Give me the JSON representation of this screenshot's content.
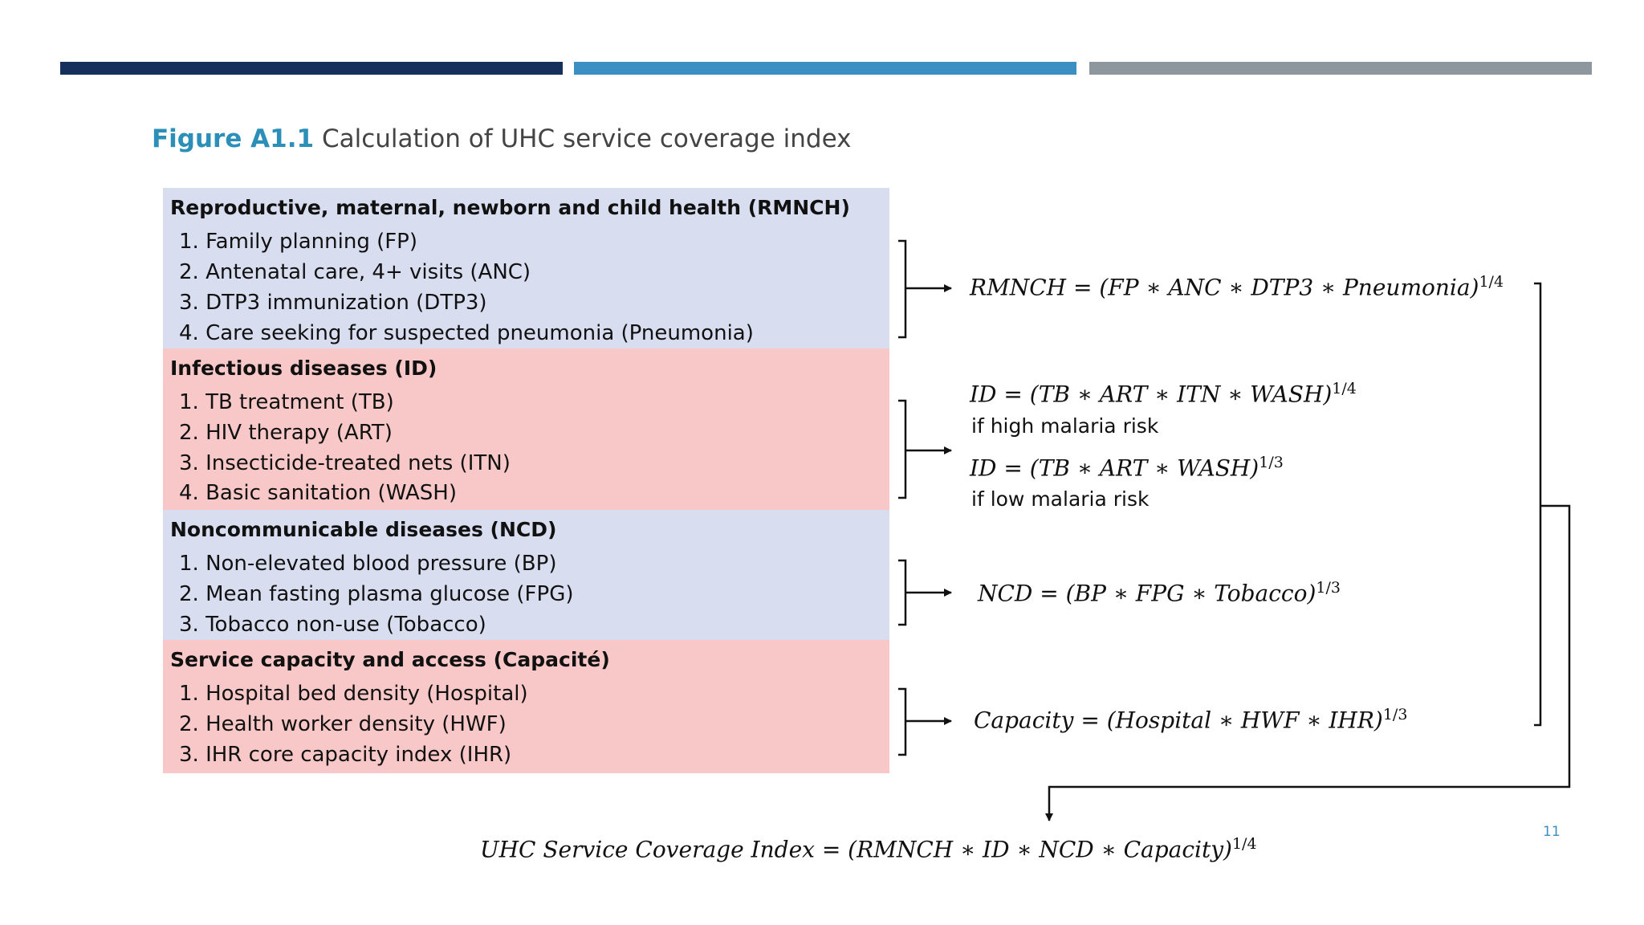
{
  "figure": {
    "label": "Figure A1.1",
    "caption": "Calculation of UHC service coverage index"
  },
  "groups": [
    {
      "title": "Reproductive, maternal, newborn and child health (RMNCH)",
      "items": [
        "1. Family planning (FP)",
        "2. Antenatal care, 4+ visits (ANC)",
        "3. DTP3 immunization (DTP3)",
        "4. Care seeking for suspected pneumonia (Pneumonia)"
      ],
      "formula": "RMNCH = (FP ∗ ANC ∗ DTP3 ∗ Pneumonia)",
      "exponent": "1/4"
    },
    {
      "title": "Infectious diseases (ID)",
      "items": [
        "1. TB treatment (TB)",
        "2. HIV therapy (ART)",
        "3. Insecticide-treated nets (ITN)",
        "4. Basic sanitation (WASH)"
      ],
      "formula_high": "ID = (TB ∗ ART ∗ ITN ∗ WASH)",
      "exponent_high": "1/4",
      "note_high": "if high malaria risk",
      "formula_low": "ID = (TB ∗ ART ∗ WASH)",
      "exponent_low": "1/3",
      "note_low": "if low malaria risk"
    },
    {
      "title": "Noncommunicable diseases (NCD)",
      "items": [
        "1. Non-elevated blood pressure (BP)",
        "2. Mean fasting plasma glucose (FPG)",
        "3. Tobacco non-use (Tobacco)"
      ],
      "formula": "NCD = (BP ∗ FPG ∗ Tobacco)",
      "exponent": "1/3"
    },
    {
      "title": "Service capacity and access (Capacité)",
      "items": [
        "1. Hospital bed density (Hospital)",
        "2. Health worker density (HWF)",
        "3. IHR core capacity index (IHR)"
      ],
      "formula": "Capacity = (Hospital ∗ HWF ∗ IHR)",
      "exponent": "1/3"
    }
  ],
  "final": {
    "formula": "UHC Service Coverage Index = (RMNCH ∗ ID ∗ NCD ∗ Capacity)",
    "exponent": "1/4"
  },
  "page_number": "11",
  "colors": {
    "bar_navy": "#15305a",
    "bar_blue": "#3b8fc2",
    "bar_gray": "#8d979d",
    "panel_blue": "#d8def0",
    "panel_pink": "#f8c8c8",
    "label_blue": "#2b8fb8"
  }
}
